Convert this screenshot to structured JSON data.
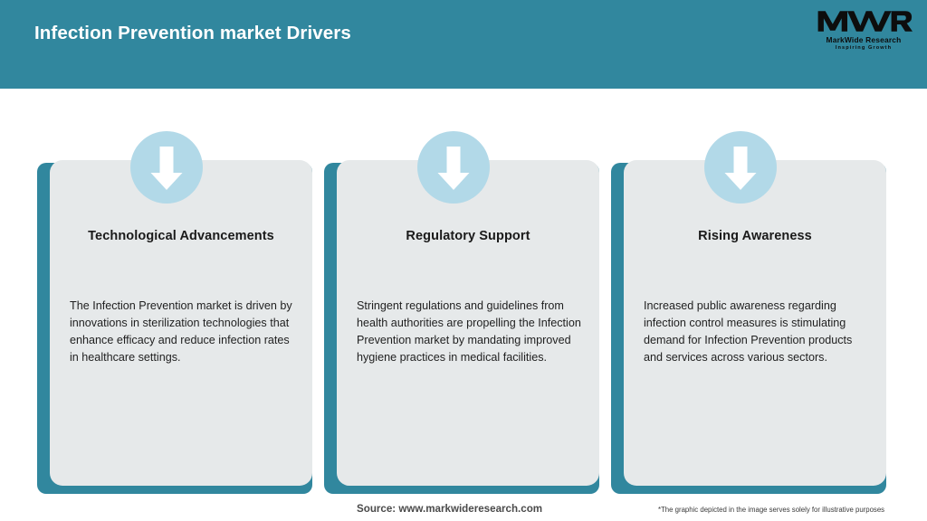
{
  "header": {
    "title": "Infection Prevention market Drivers",
    "background_color": "#31879e",
    "title_color": "#ffffff"
  },
  "logo": {
    "mark": "MWR",
    "name": "MarkWide Research",
    "tagline": "Inspiring Growth"
  },
  "colors": {
    "teal": "#31879e",
    "card_gray": "#e6e9ea",
    "badge_blue": "#b2d9e8",
    "arrow_white": "#ffffff"
  },
  "cards": [
    {
      "icon": "down-arrow-icon",
      "title": "Technological Advancements",
      "body": "The Infection Prevention market is driven by innovations in sterilization technologies that enhance efficacy and reduce infection rates in healthcare settings."
    },
    {
      "icon": "down-arrow-icon",
      "title": "Regulatory Support",
      "body": "Stringent regulations and guidelines from health authorities are propelling the Infection Prevention market by mandating improved hygiene practices in medical facilities."
    },
    {
      "icon": "down-arrow-icon",
      "title": "Rising Awareness",
      "body": "Increased public awareness regarding infection control measures is stimulating demand for Infection Prevention products and services across various sectors."
    }
  ],
  "footer": {
    "source": "Source: www.markwideresearch.com",
    "disclaimer": "*The graphic depicted in the image serves solely for illustrative purposes"
  }
}
